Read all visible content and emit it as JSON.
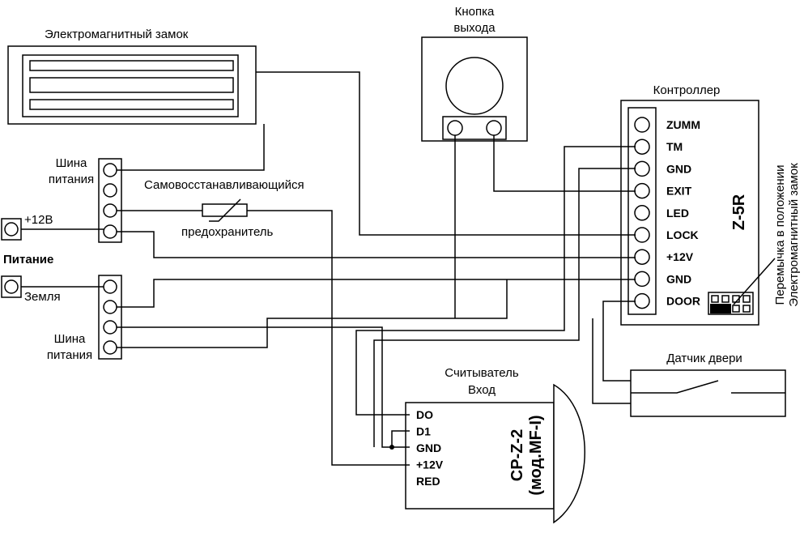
{
  "labels": {
    "lock_title": "Электромагнитный замок",
    "button_title_1": "Кнопка",
    "button_title_2": "выхода",
    "controller_title": "Контроллер",
    "controller_model": "Z-5R",
    "jumper_note_1": "Перемычка в положении",
    "jumper_note_2": "Электромагнитный замок",
    "power_bus_top_1": "Шина",
    "power_bus_top_2": "питания",
    "power_bus_bottom_1": "Шина",
    "power_bus_bottom_2": "питания",
    "plus12": "+12В",
    "power": "Питание",
    "ground": "Земля",
    "fuse_1": "Самовосстанавливающийся",
    "fuse_2": "предохранитель",
    "reader_title_1": "Считыватель",
    "reader_title_2": "Вход",
    "reader_model_1": "CP-Z-2",
    "reader_model_2": "(мод.MF-I)",
    "door_sensor": "Датчик двери"
  },
  "controller_terminals": [
    "ZUMM",
    "TM",
    "GND",
    "EXIT",
    "LED",
    "LOCK",
    "+12V",
    "GND",
    "DOOR"
  ],
  "reader_pins": [
    "DO",
    "D1",
    "GND",
    "+12V",
    "RED"
  ]
}
